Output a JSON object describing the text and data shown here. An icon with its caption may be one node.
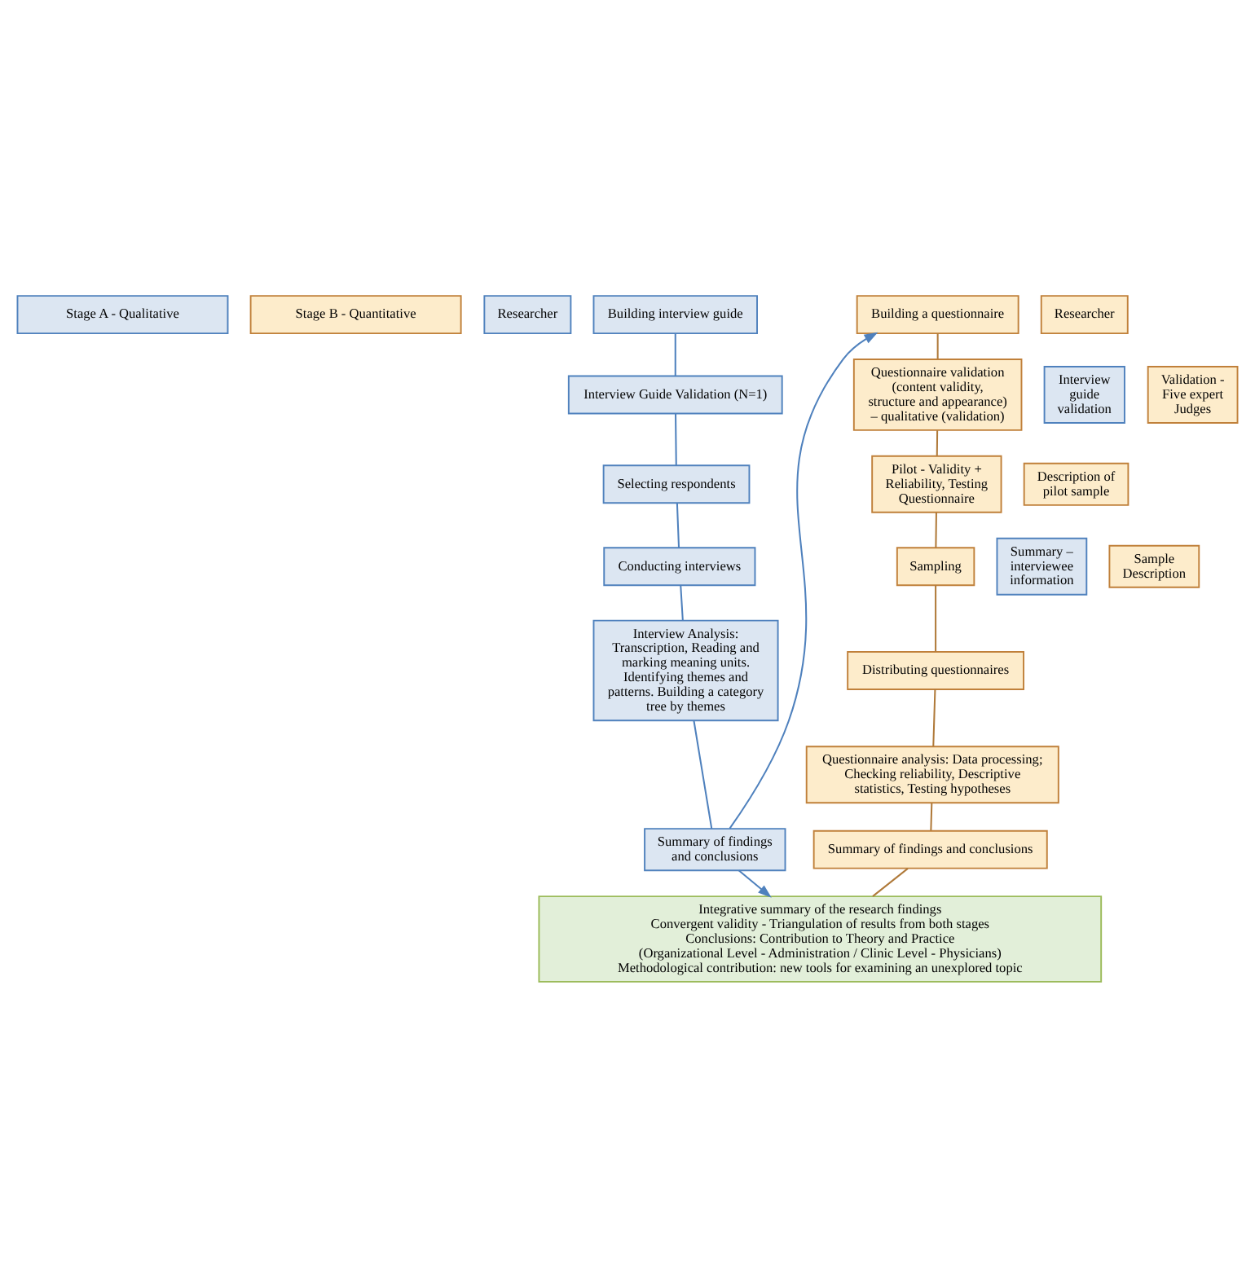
{
  "diagram": {
    "nodes": [
      {
        "text": [
          "Stage A - Qualitative"
        ]
      },
      {
        "text": [
          "Stage B - Quantitative"
        ]
      },
      {
        "text": [
          "Researcher"
        ]
      },
      {
        "text": [
          "Building interview guide"
        ]
      },
      {
        "text": [
          "Interview guide validation"
        ]
      },
      {
        "text": [
          "Interview Guide Validation (N=1)"
        ]
      },
      {
        "text": [
          "Selecting respondents"
        ]
      },
      {
        "text": [
          "Summary – interviewee information"
        ]
      },
      {
        "text": [
          "Conducting interviews"
        ]
      },
      {
        "text": [
          "Interview Analysis: Transcription, Reading and marking meaning units. Identifying themes and patterns. Building a category tree by themes"
        ]
      },
      {
        "text": [
          "Summary of findings and conclusions"
        ]
      },
      {
        "text": [
          "Building a questionnaire"
        ]
      },
      {
        "text": [
          "Researcher"
        ]
      },
      {
        "text": [
          "Questionnaire validation (content validity, structure and appearance) – qualitative (validation)"
        ]
      },
      {
        "text": [
          "Validation - Five expert Judges"
        ]
      },
      {
        "text": [
          "Pilot - Validity + Reliability, Testing Questionnaire"
        ]
      },
      {
        "text": [
          "Description of pilot sample"
        ]
      },
      {
        "text": [
          "Sampling"
        ]
      },
      {
        "text": [
          "Sample Description"
        ]
      },
      {
        "text": [
          "Distributing questionnaires"
        ]
      },
      {
        "text": [
          "Questionnaire analysis: Data processing; Checking reliability, Descriptive statistics, Testing hypotheses"
        ]
      },
      {
        "text": [
          "Summary of findings and conclusions"
        ]
      },
      {
        "text": [
          "Integrative summary of the research findings",
          "Convergent validity - Triangulation of results from both stages",
          "Conclusions: Contribution to Theory and Practice",
          "(Organizational Level - Administration / Clinic Level - Physicians)",
          "Methodological contribution: new tools for examining an unexplored topic"
        ]
      }
    ],
    "edges": [
      {
        "from": 3,
        "to": 5,
        "arrow": "none",
        "color": "#4f81bd"
      },
      {
        "from": 5,
        "to": 6,
        "arrow": "none",
        "color": "#4f81bd"
      },
      {
        "from": 6,
        "to": 8,
        "arrow": "none",
        "color": "#4f81bd"
      },
      {
        "from": 8,
        "to": 9,
        "arrow": "none",
        "color": "#4f81bd"
      },
      {
        "from": 9,
        "to": 10,
        "arrow": "none",
        "color": "#4f81bd"
      },
      {
        "from": 10,
        "to": 11,
        "arrow": "to",
        "color": "#4f81bd"
      },
      {
        "from": 10,
        "to": 22,
        "arrow": "to",
        "color": "#4f81bd"
      },
      {
        "from": 11,
        "to": 13,
        "arrow": "none",
        "color": "#b07a3a"
      },
      {
        "from": 13,
        "to": 15,
        "arrow": "none",
        "color": "#b07a3a"
      },
      {
        "from": 15,
        "to": 17,
        "arrow": "none",
        "color": "#b07a3a"
      },
      {
        "from": 17,
        "to": 19,
        "arrow": "none",
        "color": "#b07a3a"
      },
      {
        "from": 19,
        "to": 20,
        "arrow": "none",
        "color": "#b07a3a"
      },
      {
        "from": 20,
        "to": 21,
        "arrow": "none",
        "color": "#b07a3a"
      },
      {
        "from": 21,
        "to": 22,
        "arrow": "none",
        "color": "#b07a3a"
      }
    ]
  }
}
